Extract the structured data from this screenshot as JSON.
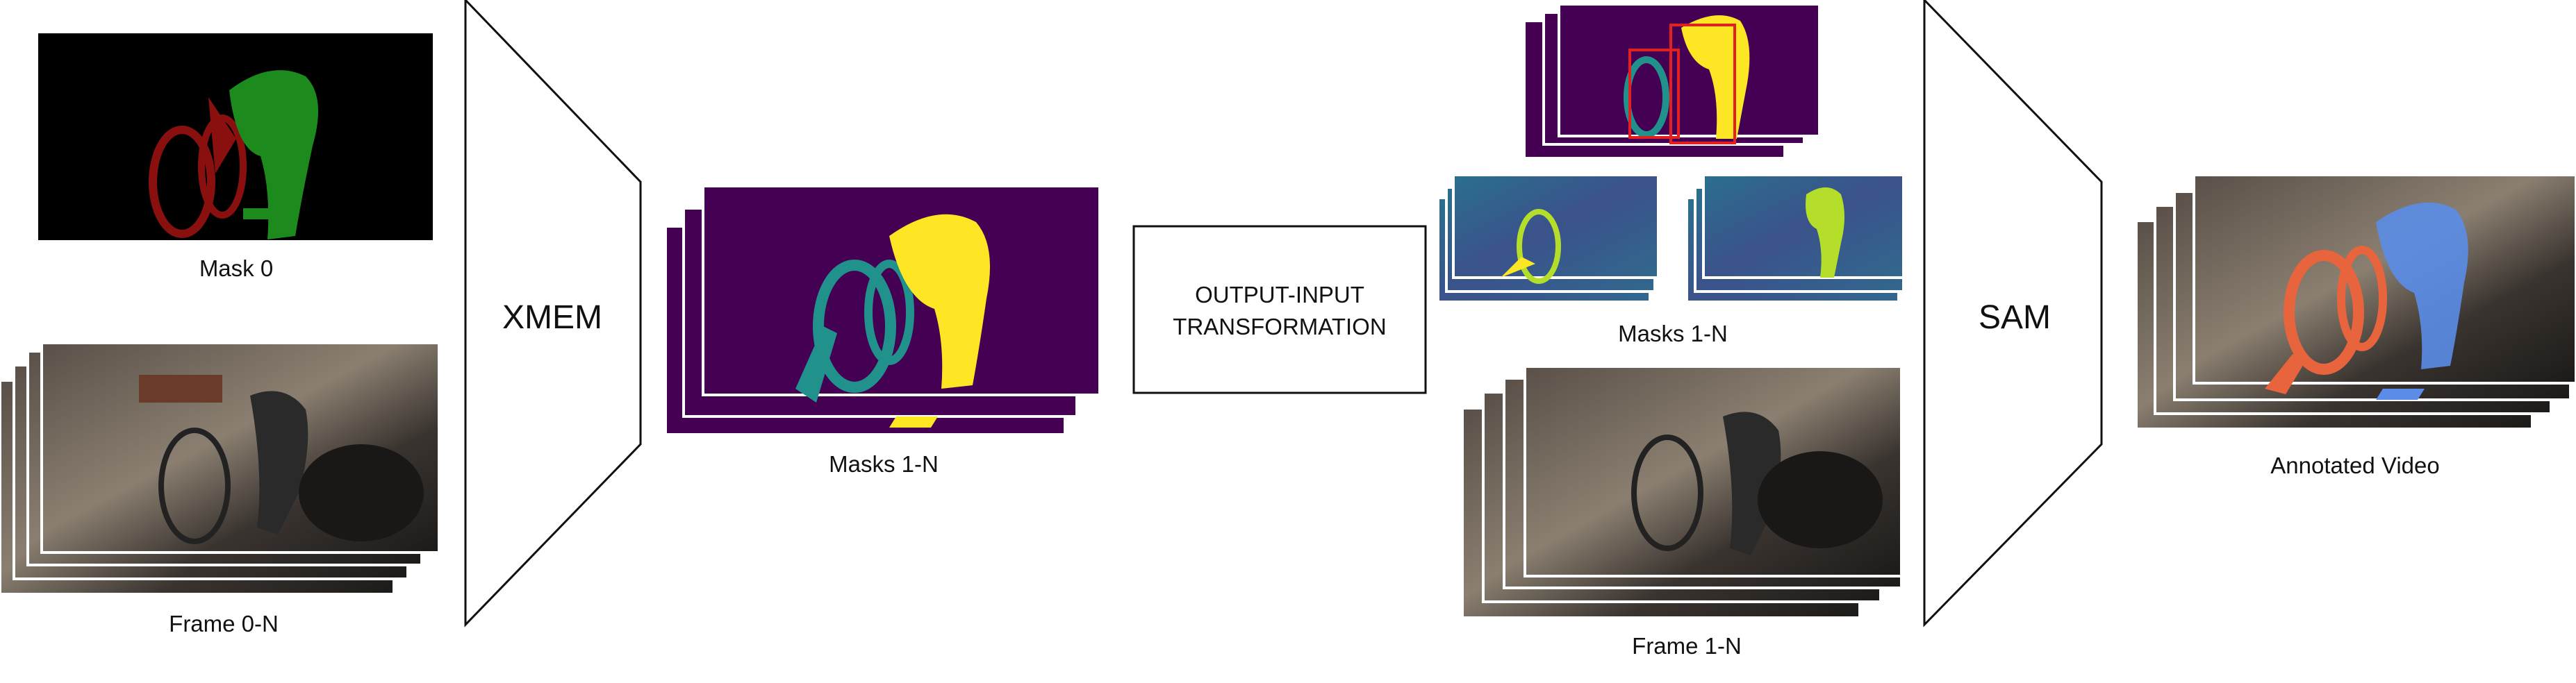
{
  "labels": {
    "mask0": "Mask 0",
    "frames_in": "Frame 0-N",
    "xmem": "XMEM",
    "masks_mid": "Masks 1-N",
    "transform_line1": "OUTPUT-INPUT",
    "transform_line2": "TRANSFORMATION",
    "masks_right": "Masks 1-N",
    "frames_right": "Frame 1-N",
    "sam": "SAM",
    "annotated": "Annotated Video"
  },
  "colors": {
    "mask_bg": "#000000",
    "mask_bike": "#8a1010",
    "mask_person": "#1d8a1d",
    "viridis_bg": "#440154",
    "viridis_bike": "#21918c",
    "viridis_person": "#fde725",
    "prompt_box": "#e32020",
    "overlay_bike": "#e8643c",
    "overlay_person": "#5b8de8"
  }
}
